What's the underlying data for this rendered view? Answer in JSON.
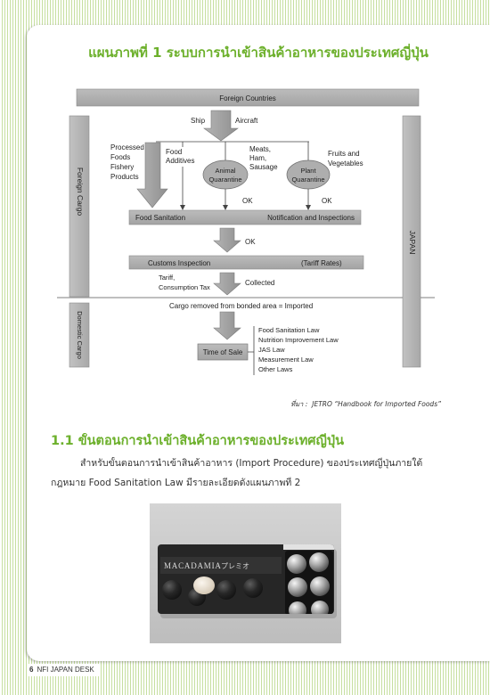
{
  "title": "แผนภาพที่ 1 ระบบการนำเข้าสินค้าอาหารของประเทศญี่ปุ่น",
  "diagram": {
    "foreign_countries": "Foreign Countries",
    "ship": "Ship",
    "aircraft": "Aircraft",
    "foreign_cargo": "Foreign Cargo",
    "domestic_cargo": "Domestic Cargo",
    "japan": "JAPAN",
    "processed": [
      "Processed",
      "Foods",
      "Fishery",
      "Products"
    ],
    "food_additives": [
      "Food",
      "Additives"
    ],
    "animal_quarantine": [
      "Animal",
      "Quarantine"
    ],
    "meats": [
      "Meats,",
      "Ham,",
      "Sausage"
    ],
    "plant_quarantine": [
      "Plant",
      "Quarantine"
    ],
    "fruits": [
      "Fruits and",
      "Vegetables"
    ],
    "ok_animal": "OK",
    "ok_plant": "OK",
    "food_sanitation": "Food Sanitation",
    "notification": "Notification and Inspections",
    "ok_sanitation": "OK",
    "customs_inspection": "Customs Inspection",
    "tariff_rates": "(Tariff Rates)",
    "tariff_tax": [
      "Tariff,",
      "Consumption Tax"
    ],
    "collected": "Collected",
    "cargo_removed": "Cargo removed from bonded area = Imported",
    "time_of_sale": "Time of Sale",
    "laws": [
      "Food Sanitation Law",
      "Nutrition Improvement Law",
      "JAS Law",
      "Measurement Law",
      "Other Laws"
    ]
  },
  "source": {
    "label": "ที่มา :",
    "text": "JETRO “Handbook for Imported Foods”"
  },
  "section": {
    "heading": "1.1 ขั้นตอนการนำเข้าสินค้าอาหารของประเทศญี่ปุ่น",
    "paragraph": [
      "สำหรับขั้นตอนการนำเข้าสินค้าอาหาร (Import Procedure) ของประเทศญี่ปุ่นภายใต้",
      "กฎหมาย Food Sanitation Law มีรายละเอียดดังแผนภาพที่ 2"
    ]
  },
  "photo": {
    "label_brand": "MACADAMIA",
    "label_sub": "プレミオ"
  },
  "footer": {
    "page_number": "6",
    "publication": "NFI JAPAN DESK"
  },
  "colors": {
    "accent_green": "#6cb02b",
    "stripe_green": "#c6dfa0",
    "diagram_gray": "#aaaaaa"
  }
}
